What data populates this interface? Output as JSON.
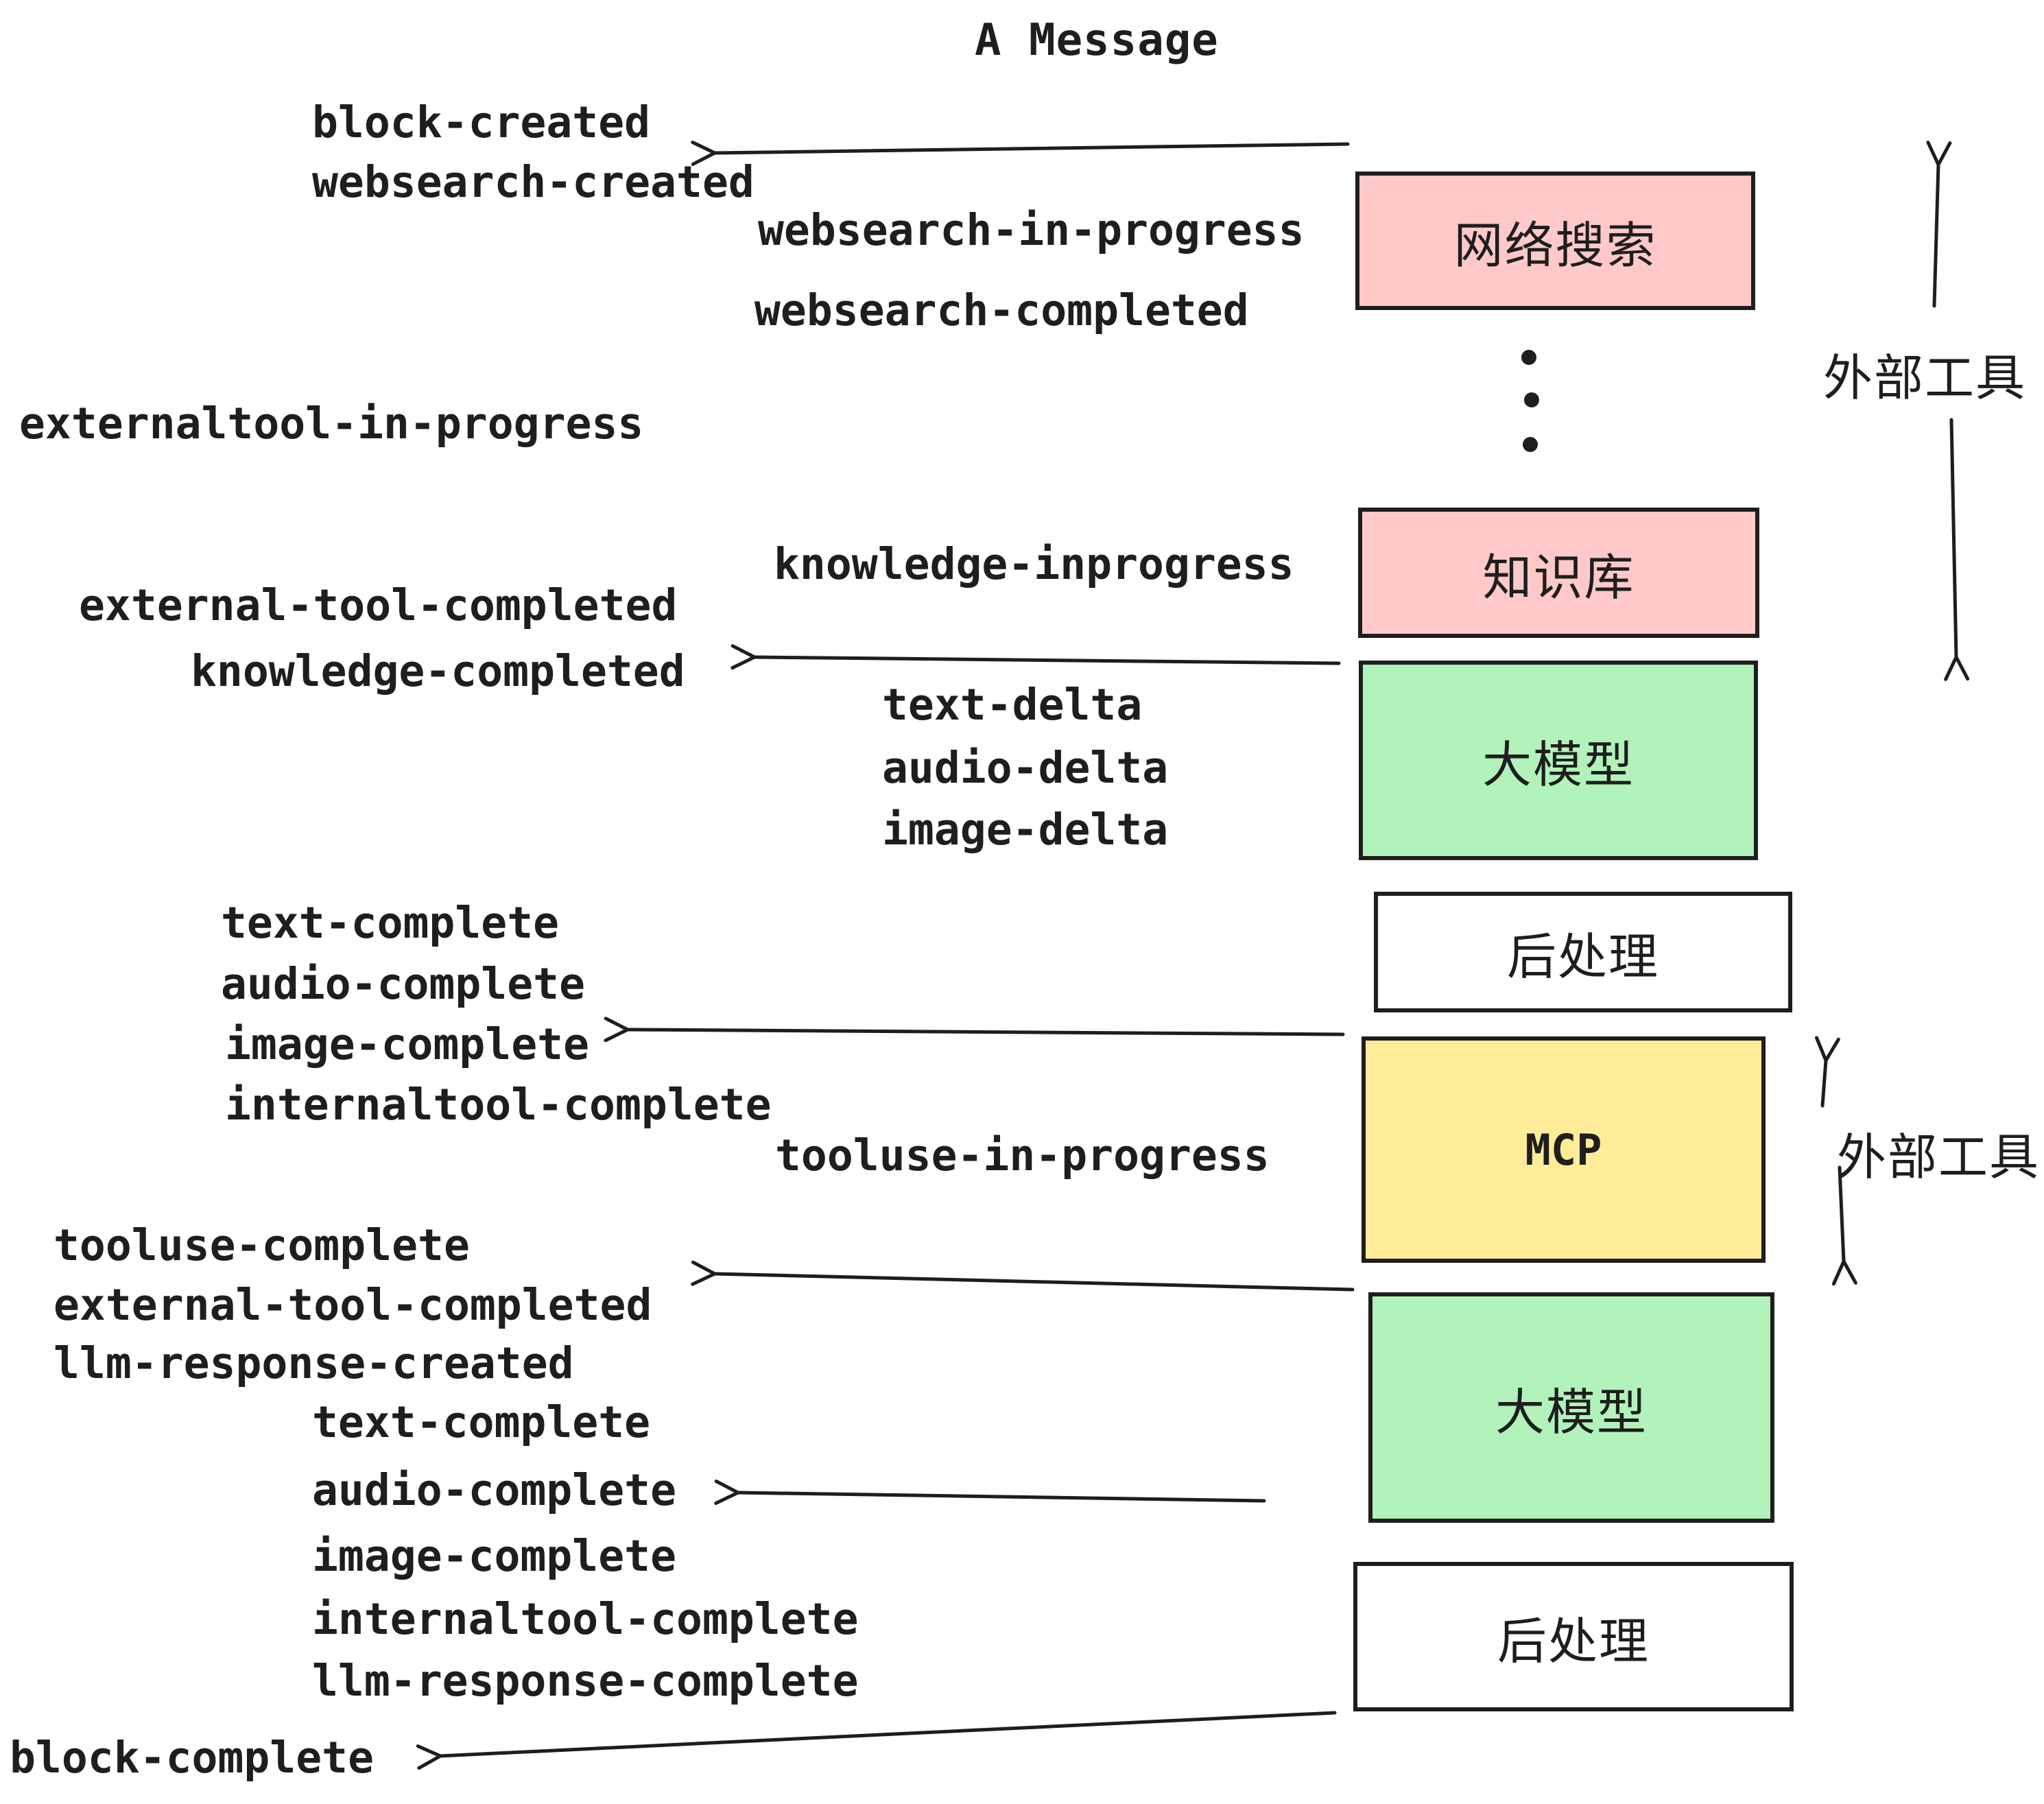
{
  "title": "A Message",
  "colors": {
    "pink": "#ffc9c9",
    "green": "#b2f2bb",
    "yellow": "#ffec99",
    "white": "#ffffff",
    "stroke": "#1e1e1e"
  },
  "events": [
    {
      "text": "block-created"
    },
    {
      "text": "websearch-created"
    },
    {
      "text": "websearch-in-progress"
    },
    {
      "text": "websearch-completed"
    },
    {
      "text": "externaltool-in-progress"
    },
    {
      "text": "knowledge-inprogress"
    },
    {
      "text": "external-tool-completed"
    },
    {
      "text": "knowledge-completed"
    },
    {
      "text": "text-delta"
    },
    {
      "text": "audio-delta"
    },
    {
      "text": "image-delta"
    },
    {
      "text": "text-complete"
    },
    {
      "text": "audio-complete"
    },
    {
      "text": "image-complete"
    },
    {
      "text": "internaltool-complete"
    },
    {
      "text": "tooluse-in-progress"
    },
    {
      "text": "tooluse-complete"
    },
    {
      "text": "external-tool-completed"
    },
    {
      "text": "llm-response-created"
    },
    {
      "text": "text-complete"
    },
    {
      "text": "audio-complete"
    },
    {
      "text": "image-complete"
    },
    {
      "text": "internaltool-complete"
    },
    {
      "text": "llm-response-complete"
    },
    {
      "text": "block-complete"
    }
  ],
  "boxes": [
    {
      "label": "网络搜索",
      "fill": "pink"
    },
    {
      "label": "知识库",
      "fill": "pink"
    },
    {
      "label": "大模型",
      "fill": "green"
    },
    {
      "label": "后处理",
      "fill": "white"
    },
    {
      "label": "MCP",
      "fill": "yellow"
    },
    {
      "label": "大模型",
      "fill": "green"
    },
    {
      "label": "后处理",
      "fill": "white"
    }
  ],
  "side_labels": [
    {
      "label": "外部工具"
    },
    {
      "label": "外部工具"
    }
  ]
}
